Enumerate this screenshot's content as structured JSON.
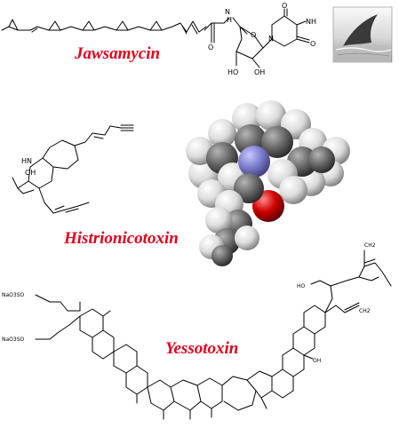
{
  "titles": {
    "jawsamycin": "Jawsamycin",
    "histrionicotoxin": "Histrionicotoxin",
    "yessotoxin": "Yessotoxin"
  },
  "jawsamycin_atoms": {
    "nh_amide": "N",
    "nh_amide_h": "H",
    "o_carbonyl": "O",
    "o_ring": "O",
    "n_ring": "N",
    "o_uracil_top": "O",
    "nh_uracil": "NH",
    "o_uracil_right": "O",
    "oh_left": "HO",
    "oh_right": "OH"
  },
  "histrionicotoxin_atoms": {
    "hn": "HN",
    "oh": "OH"
  },
  "yessotoxin_atoms": {
    "naso3so_1": "NaO3SO",
    "naso3so_2": "NaO3SO",
    "ch2_top": "CH2",
    "ch2_bottom": "CH2",
    "oh_top": "HO",
    "oh_bottom": "OH"
  },
  "colors": {
    "title": "#e3001b",
    "nitrogen": "#7f7fd0",
    "oxygen": "#d00000",
    "carbon": "#4a4a4a",
    "hydrogen": "#e2e2e2"
  }
}
